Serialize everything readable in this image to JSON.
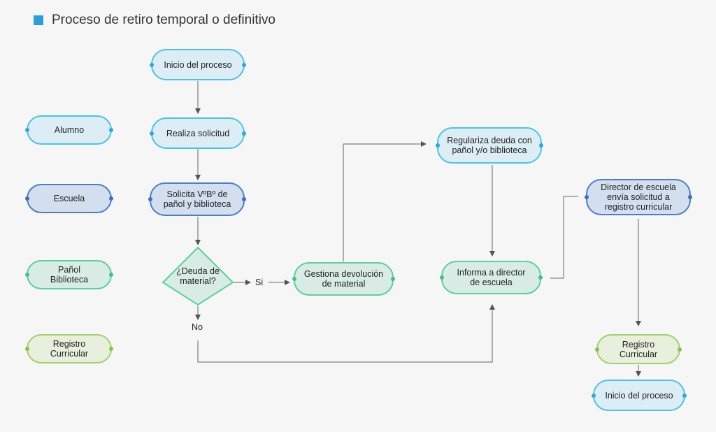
{
  "title": "Proceso de retiro temporal o definitivo",
  "legend": [
    {
      "label": "Alumno",
      "color": "blue"
    },
    {
      "label": "Escuela",
      "color": "navy"
    },
    {
      "label": "Pañol Biblioteca",
      "color": "green"
    },
    {
      "label": "Registro Curricular",
      "color": "lime"
    }
  ],
  "nodes": {
    "start": "Inicio del proceso",
    "request": "Realiza solicitud",
    "approval": "Solicita VºBº de pañol y biblioteca",
    "decision": "¿Deuda de material?",
    "return_material": "Gestiona devolución de material",
    "settle_debt": "Regulariza deuda con pañol y/o biblioteca",
    "inform_director": "Informa a director de escuela",
    "director_sends": "Director de escuela envía solicitud a registro curricular",
    "registry": "Registro Curricular",
    "end": "Inicio del proceso"
  },
  "edge_labels": {
    "yes": "Si",
    "no": "No"
  }
}
